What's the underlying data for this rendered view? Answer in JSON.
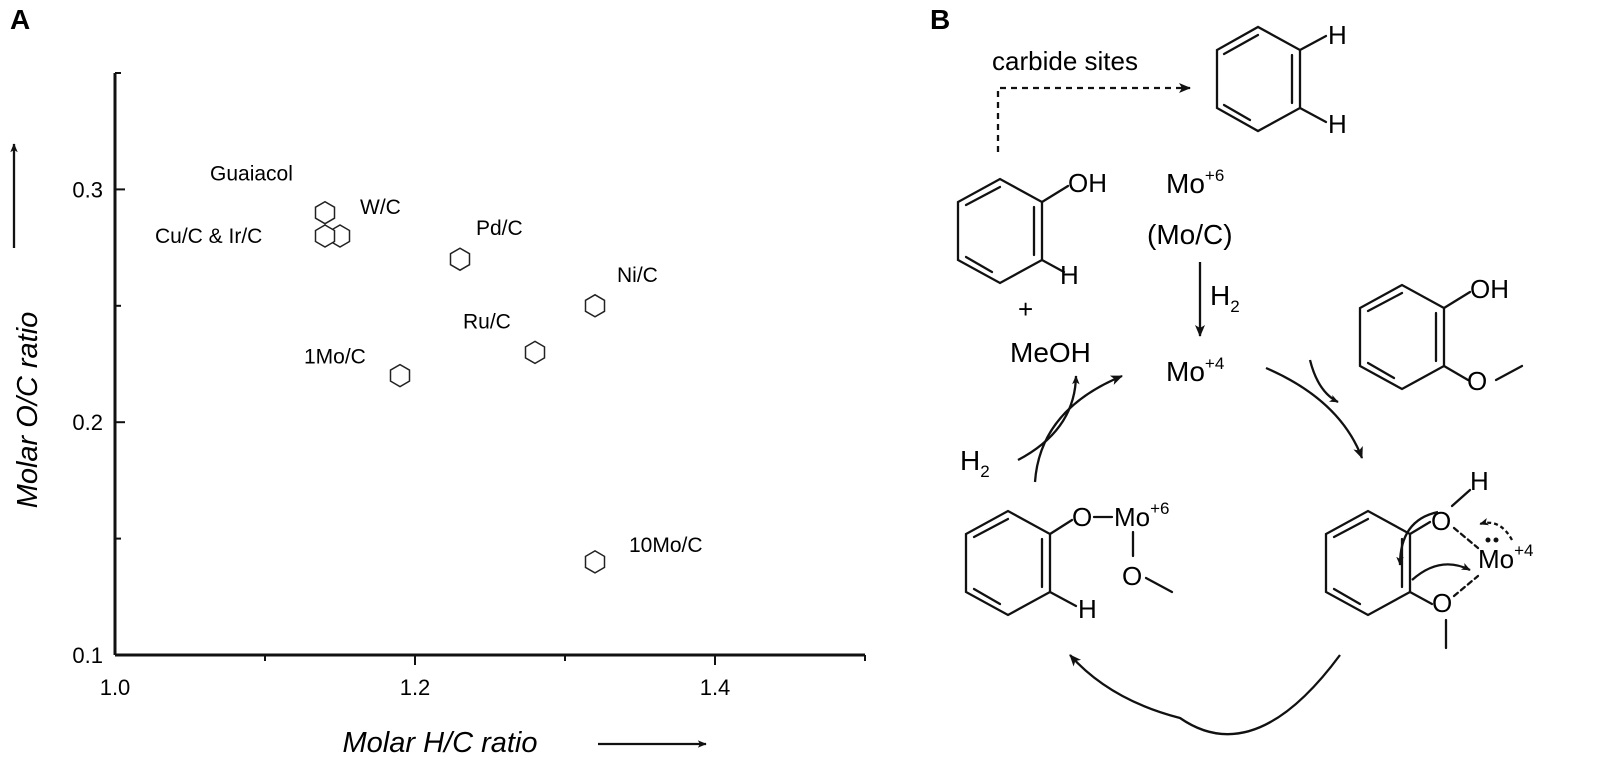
{
  "panels": {
    "a_label": "A",
    "b_label": "B"
  },
  "chart_data": {
    "type": "scatter",
    "title": "",
    "xlabel": "Molar H/C ratio",
    "ylabel": "Molar O/C ratio",
    "xlim": [
      1.0,
      1.5
    ],
    "ylim": [
      0.1,
      0.35
    ],
    "x_ticks": [
      1.0,
      1.2,
      1.4
    ],
    "x_tick_labels": [
      "1.0",
      "1.2",
      "1.4"
    ],
    "y_ticks": [
      0.1,
      0.2,
      0.3
    ],
    "y_tick_labels": [
      "0.1",
      "0.2",
      "0.3"
    ],
    "grid": false,
    "marker": "hexagon",
    "points": [
      {
        "label": "Guaiacol",
        "x": 1.14,
        "y": 0.29
      },
      {
        "label": "W/C",
        "x": 1.15,
        "y": 0.28
      },
      {
        "label": "Cu/C & Ir/C",
        "x": 1.14,
        "y": 0.28
      },
      {
        "label": "Pd/C",
        "x": 1.23,
        "y": 0.27
      },
      {
        "label": "Ni/C",
        "x": 1.32,
        "y": 0.25
      },
      {
        "label": "Ru/C",
        "x": 1.28,
        "y": 0.23
      },
      {
        "label": "1Mo/C",
        "x": 1.19,
        "y": 0.22
      },
      {
        "label": "10Mo/C",
        "x": 1.32,
        "y": 0.14
      }
    ]
  },
  "scheme": {
    "carbide_sites": "carbide sites",
    "h_top1": "H",
    "h_top2": "H",
    "phenol_oh": "OH",
    "phenol_h": "H",
    "plus": "+",
    "meoh": "MeOH",
    "mo6_base": "Mo",
    "mo6_charge": "+6",
    "mo_c": "(Mo/C)",
    "h2_right_base": "H",
    "h2_right_sub": "2",
    "mo4_base": "Mo",
    "mo4_charge": "+4",
    "guaiacol_oh": "OH",
    "guaiacol_o": "O",
    "h2_left_base": "H",
    "h2_left_sub": "2",
    "int_left_o1": "O",
    "int_left_mo": "Mo",
    "int_left_charge": "+6",
    "int_left_o2": "O",
    "int_left_h": "H",
    "int_right_h": "H",
    "int_right_o1": "O",
    "int_right_mo": "Mo",
    "int_right_charge": "+4",
    "int_right_o2": "O"
  }
}
